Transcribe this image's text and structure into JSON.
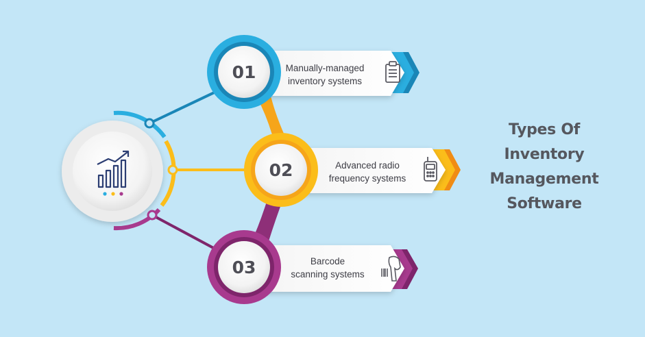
{
  "heading": {
    "lines": [
      "Types Of",
      "Inventory",
      "Management",
      "Software"
    ]
  },
  "items": [
    {
      "number": "01",
      "label_lines": [
        "Manually-managed",
        "inventory systems"
      ],
      "icon": "clipboard-icon",
      "color": "#2aaee0",
      "dark": "#1a86b7"
    },
    {
      "number": "02",
      "label_lines": [
        "Advanced radio",
        "frequency systems"
      ],
      "icon": "radio-device-icon",
      "color": "#fbbd1a",
      "dark": "#f08c15"
    },
    {
      "number": "03",
      "label_lines": [
        "Barcode",
        "scanning systems"
      ],
      "icon": "barcode-scanner-icon",
      "color": "#a83a8e",
      "dark": "#7e256b"
    }
  ],
  "hub": {
    "icon": "growth-chart-icon",
    "dots": [
      "#2aaee0",
      "#fbbd1a",
      "#a83a8e"
    ]
  }
}
